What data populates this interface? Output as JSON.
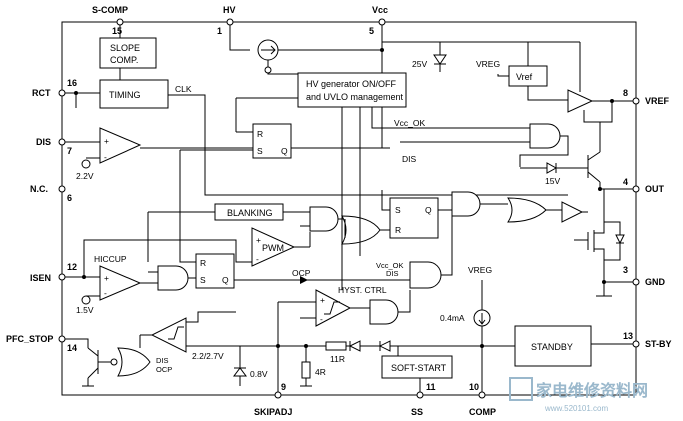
{
  "pins": {
    "s_comp": "S-COMP",
    "s_comp_num": "15",
    "hv": "HV",
    "hv_num": "1",
    "vcc": "Vcc",
    "vcc_num": "5",
    "rct": "RCT",
    "rct_num": "16",
    "dis": "DIS",
    "dis_num": "7",
    "nc": "N.C.",
    "nc_num": "6",
    "isen": "ISEN",
    "isen_num": "12",
    "pfc_stop": "PFC_STOP",
    "pfc_stop_num": "14",
    "vref": "VREF",
    "vref_num": "8",
    "out": "OUT",
    "out_num": "4",
    "gnd": "GND",
    "gnd_num": "3",
    "st_by": "ST-BY",
    "st_by_num": "13",
    "skipadj": "SKIPADJ",
    "skipadj_num": "9",
    "ss": "SS",
    "ss_num": "11",
    "comp": "COMP",
    "comp_num": "10"
  },
  "blocks": {
    "slope_line1": "SLOPE",
    "slope_line2": "COMP.",
    "timing": "TIMING",
    "hv_gen_line1": "HV generator ON/OFF",
    "hv_gen_line2": "and UVLO management",
    "vref_block": "Vref",
    "blanking": "BLANKING",
    "standby": "STANDBY",
    "soft_start": "SOFT-START",
    "pwm": "PWM",
    "hyst_ctrl": "HYST. CTRL"
  },
  "labels": {
    "clk": "CLK",
    "v25": "25V",
    "vreg_top": "VREG",
    "vcc_ok": "Vcc_OK",
    "dis_sig": "DIS",
    "v15": "15V",
    "v22": "2.2V",
    "hiccup": "HICCUP",
    "v15b": "1.5V",
    "ocp": "OCP",
    "gate_in_vccok": "Vcc_OK",
    "gate_in_dis": "DIS",
    "vreg_bottom": "VREG",
    "i04": "0.4mA",
    "v2227": "2.2/2.7V",
    "nor_dis": "DIS",
    "nor_ocp": "OCP",
    "v08": "0.8V",
    "r11": "11R",
    "r4": "4R",
    "ff1_r": "R",
    "ff1_s": "S",
    "ff1_q": "Q",
    "ff2_s": "S",
    "ff2_r": "R",
    "ff2_q": "Q",
    "ff3_r": "R",
    "ff3_s": "S",
    "ff3_q": "Q",
    "plus": "+",
    "minus": "-"
  },
  "watermark": {
    "main": "家电维修资料网",
    "url": "www.520101.com"
  }
}
